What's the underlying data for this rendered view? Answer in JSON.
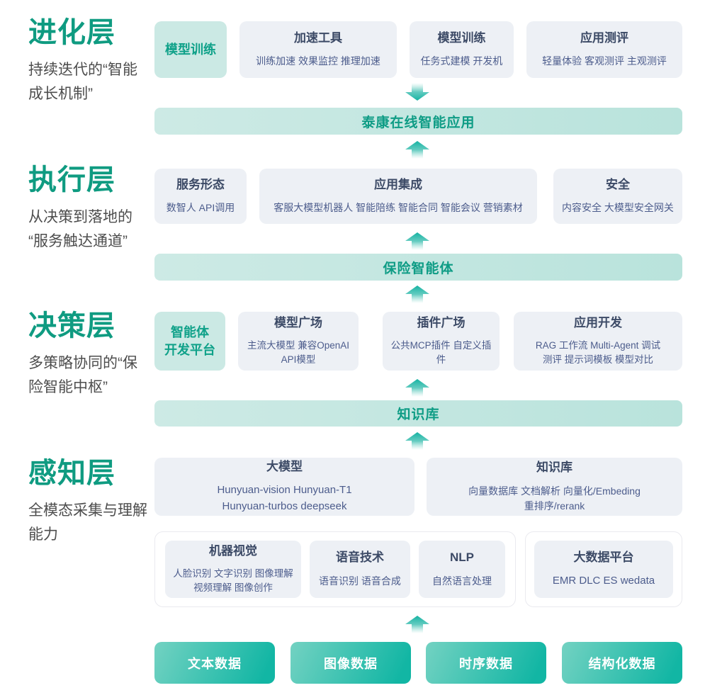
{
  "colors": {
    "accent_teal": "#0F9B81",
    "card_bg": "#EDF0F5",
    "card_title": "#3C4A66",
    "card_subtext": "#4C5C8C",
    "teal_card_bg": "#CBE9E4",
    "banner_bg": "#C2E6E0",
    "banner_text": "#0E9C85",
    "arrow_teal": "#1EB4A4",
    "button_gradient_start": "#73D2C2",
    "button_gradient_end": "#12B6A4"
  },
  "layers": [
    {
      "title": "进化层",
      "subtitle": "持续迭代的“智能\n成长机制”",
      "cards": [
        {
          "title": "模型训练"
        },
        {
          "title": "加速工具",
          "sub": "训练加速 效果监控 推理加速"
        },
        {
          "title": "模型训练",
          "sub": "任务式建模 开发机"
        },
        {
          "title": "应用测评",
          "sub": "轻量体验 客观测评 主观测评"
        }
      ]
    },
    {
      "title": "执行层",
      "subtitle": "从决策到落地的\n“服务触达通道”",
      "cards": [
        {
          "title": "服务形态",
          "sub": "数智人 API调用"
        },
        {
          "title": "应用集成",
          "sub": "客服大模型机器人 智能陪练 智能合同 智能会议 营销素材"
        },
        {
          "title": "安全",
          "sub": "内容安全 大模型安全网关"
        }
      ]
    },
    {
      "title": "决策层",
      "subtitle": "多策略协同的“保\n险智能中枢”",
      "cards": [
        {
          "title": "智能体\n开发平台"
        },
        {
          "title": "模型广场",
          "sub": "主流大模型 兼容OpenAI\nAPI模型"
        },
        {
          "title": "插件广场",
          "sub": "公共MCP插件 自定义插件"
        },
        {
          "title": "应用开发",
          "sub": "RAG 工作流 Multi-Agent 调试\n测评 提示词模板 模型对比"
        }
      ]
    },
    {
      "title": "感知层",
      "subtitle": "全模态采集与理解\n能力",
      "cards": [
        {
          "title": "大模型",
          "sub": "Hunyuan-vision Hunyuan-T1\nHunyuan-turbos deepseek"
        },
        {
          "title": "知识库",
          "sub": "向量数据库 文档解析 向量化/Embeding\n重排序/rerank"
        }
      ],
      "groups": [
        {
          "cards": [
            {
              "title": "机器视觉",
              "sub": "人脸识别 文字识别 图像理解\n视频理解 图像创作"
            },
            {
              "title": "语音技术",
              "sub": "语音识别 语音合成"
            },
            {
              "title": "NLP",
              "sub": "自然语言处理"
            }
          ]
        },
        {
          "cards": [
            {
              "title": "大数据平台",
              "sub": "EMR DLC ES wedata"
            }
          ]
        }
      ]
    }
  ],
  "banners": [
    {
      "label": "泰康在线智能应用"
    },
    {
      "label": "保险智能体"
    },
    {
      "label": "知识库"
    }
  ],
  "data_sources": [
    "文本数据",
    "图像数据",
    "时序数据",
    "结构化数据"
  ]
}
